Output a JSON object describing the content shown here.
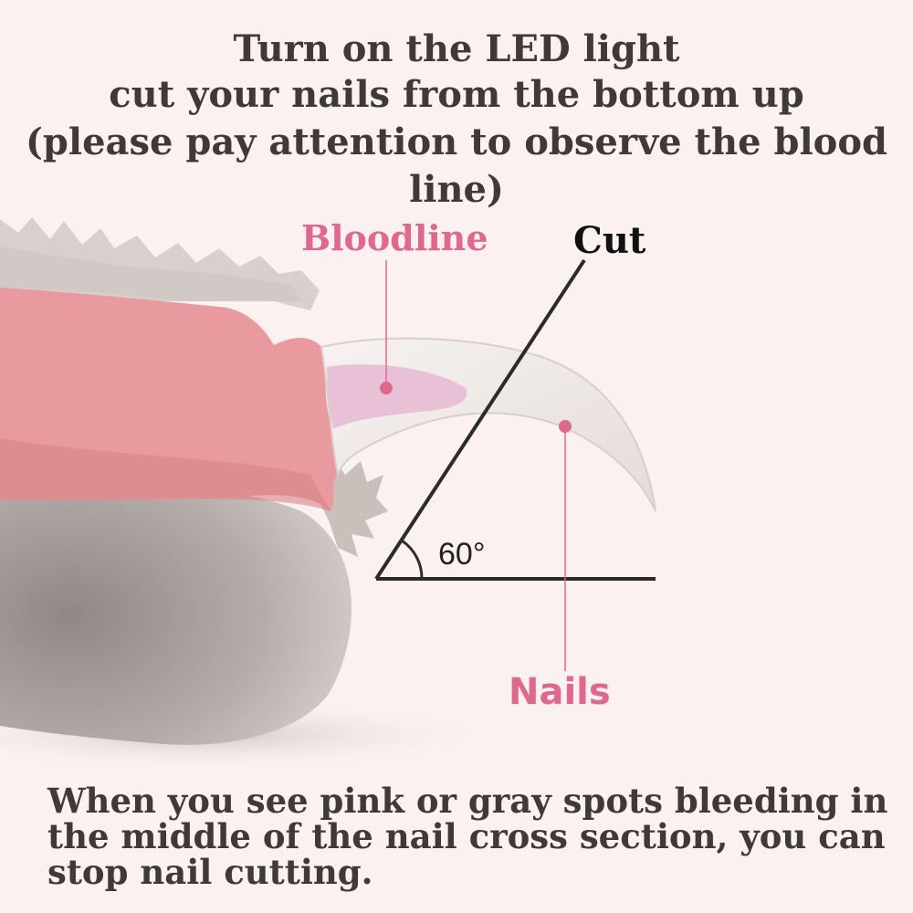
{
  "header": {
    "line1": "Turn on the LED light",
    "line2": "cut your nails from the bottom up",
    "line3": "(please pay attention to observe the blood line)"
  },
  "diagram": {
    "label_bloodline": "Bloodline",
    "label_cut": "Cut",
    "label_nails": "Nails",
    "angle_label": "60°"
  },
  "footer": {
    "line1": "When you see pink or gray spots bleeding in",
    "line2": "the middle of the nail cross section, you can",
    "line3": "stop nail cutting."
  },
  "colors": {
    "background": "#fbf1f1",
    "heading_text": "#3f3a37",
    "accent_pink": "#e0688c",
    "toe_pink": "#e89a9f",
    "fur_gray": "#b8b0ab"
  }
}
